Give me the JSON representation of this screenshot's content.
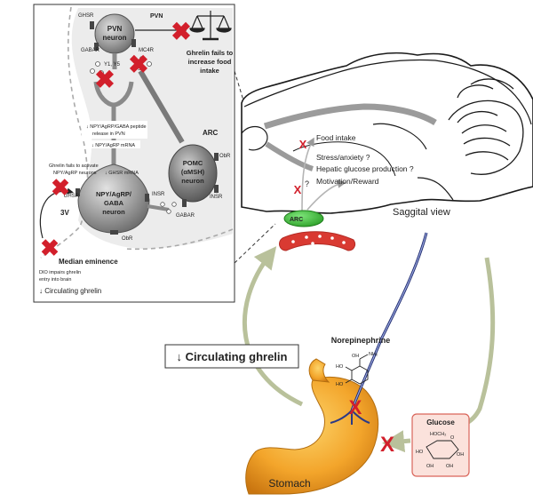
{
  "inset": {
    "ghsr_top": "GHSR",
    "pvn_region": "PVN",
    "pvn_neuron_line1": "PVN",
    "pvn_neuron_line2": "neuron",
    "gabar_top": "GABAR",
    "mc4r": "MC4R",
    "y1_y5": "Y1, Y5",
    "balance_caption_1": "Ghrelin fails to",
    "balance_caption_2": "increase food",
    "balance_caption_3": "intake",
    "npy_release_1": "↓ NPY/AgRP/GABA peptide",
    "npy_release_2": "release in PVN",
    "npy_mrna": "↓ NPY/AgRP mRNA",
    "fails_activate_1": "Ghrelin fails to activate",
    "fails_activate_2": "NPY/AgRP neurons",
    "ghsr_mrna": "↓ GHSR mRNA",
    "arc": "ARC",
    "pomc_1": "POMC",
    "pomc_2": "(αMSH)",
    "pomc_3": "neuron",
    "obr_pomc": "ObR",
    "insr_pomc": "INSR",
    "gabar_pomc": "GABAR",
    "ghsr_npy": "GHSR",
    "insr_npy": "INSR",
    "npy_neuron_1": "NPY/AgRP/",
    "npy_neuron_2": "GABA",
    "npy_neuron_3": "neuron",
    "obr_npy": "ObR",
    "third_ventricle": "3V",
    "median_eminence": "Median eminence",
    "dio_1": "DIO impairs ghrelin",
    "dio_2": "entry into brain",
    "circulating": "↓ Circulating ghrelin"
  },
  "brain": {
    "food_intake": "Food intake",
    "stress": "Stress/anxiety ?",
    "hepatic": "Hepatic glucose production ?",
    "motivation": "Motivation/Reward",
    "question": "?",
    "arc": "ARC",
    "sagittal_view": "Saggital view"
  },
  "main": {
    "circulating_box": "↓ Circulating ghrelin",
    "norepinephrine": "Norepinephrine",
    "stomach": "Stomach",
    "glucose": "Glucose"
  },
  "ne_molecule": {
    "ho1": "HO",
    "ho2": "HO",
    "oh": "OH",
    "nh2": "NH₂"
  },
  "glucose_molecule": {
    "ch2oh": "HOCH₂",
    "o": "O",
    "oh1": "OH",
    "oh2": "HO",
    "oh3": "OH",
    "oh4": "OH"
  },
  "colors": {
    "x_red": "#d21f2b",
    "arrow_olive": "#b9c19b",
    "neuron_gray": "#8d8d8d",
    "arc_green": "#3fbf3a",
    "stomach_orange": "#f3a52b",
    "glucose_fill": "#fbe2dc",
    "glucose_border": "#d9655a"
  }
}
